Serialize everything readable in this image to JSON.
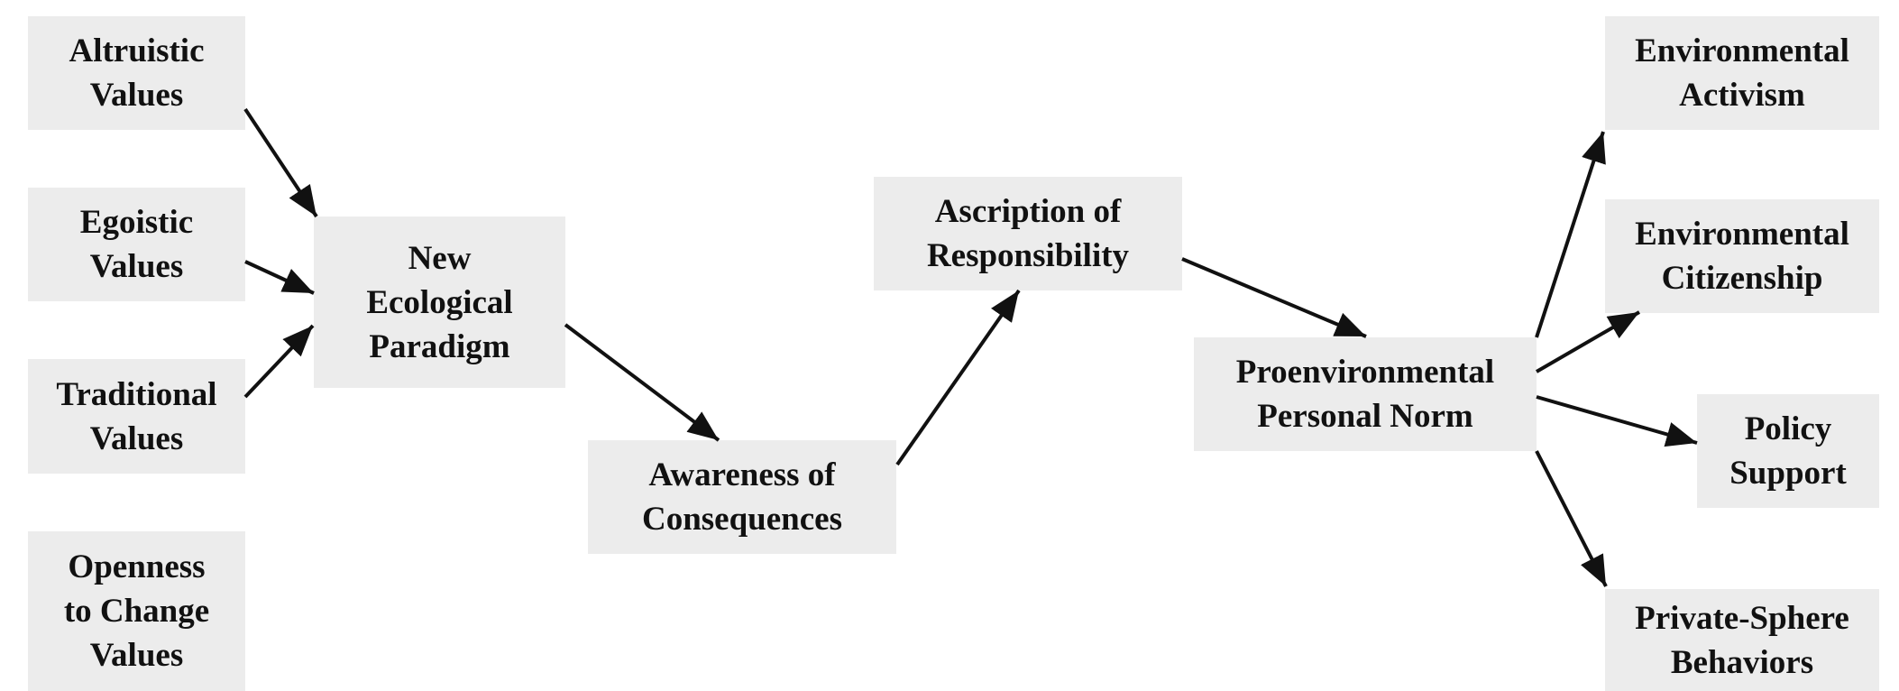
{
  "diagram": {
    "nodes": {
      "altruistic": "Altruistic\nValues",
      "egoistic": "Egoistic\nValues",
      "traditional": "Traditional\nValues",
      "openness": "Openness\nto Change\nValues",
      "nep": "New\nEcological\nParadigm",
      "awareness": "Awareness of\nConsequences",
      "ascription": "Ascription of\nResponsibility",
      "norm": "Proenvironmental\nPersonal Norm",
      "activism": "Environmental\nActivism",
      "citizenship": "Environmental\nCitizenship",
      "policy": "Policy\nSupport",
      "private": "Private-Sphere\nBehaviors"
    },
    "edges": [
      {
        "from": "altruistic",
        "to": "nep"
      },
      {
        "from": "egoistic",
        "to": "nep"
      },
      {
        "from": "traditional",
        "to": "nep"
      },
      {
        "from": "nep",
        "to": "awareness"
      },
      {
        "from": "awareness",
        "to": "ascription"
      },
      {
        "from": "ascription",
        "to": "norm"
      },
      {
        "from": "norm",
        "to": "activism"
      },
      {
        "from": "norm",
        "to": "citizenship"
      },
      {
        "from": "norm",
        "to": "policy"
      },
      {
        "from": "norm",
        "to": "private"
      }
    ],
    "colors": {
      "box_fill": "#ececec",
      "text": "#111111",
      "arrow": "#111111"
    }
  }
}
